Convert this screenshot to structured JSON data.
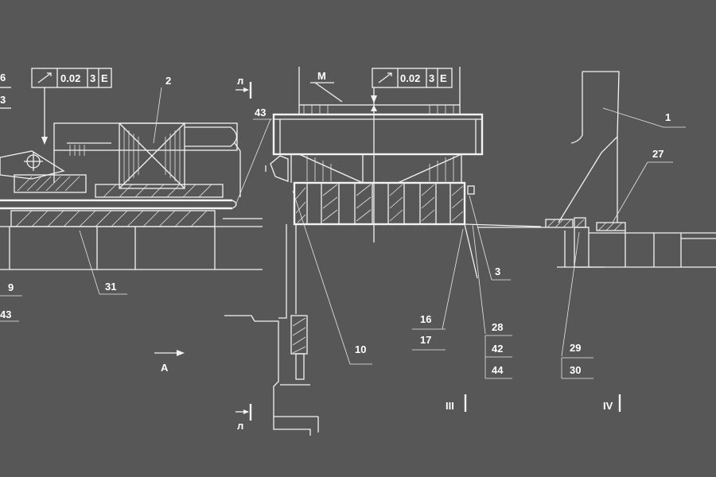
{
  "labels": {
    "part_2": "2",
    "part_43_top": "43",
    "part_1": "1",
    "part_27": "27",
    "part_3": "3",
    "part_16": "16",
    "part_17": "17",
    "part_28": "28",
    "part_42": "42",
    "part_44": "44",
    "part_10": "10",
    "part_29": "29",
    "part_30": "30",
    "part_31": "31",
    "part_9": "9",
    "part_43_left": "43",
    "part_6_cut": "6",
    "part_3_cut": "3",
    "mark_m": "M",
    "mark_a": "A",
    "section_l_top": "л",
    "section_l_bottom": "л",
    "view_iii": "III",
    "view_iv": "IV"
  },
  "tolerances": [
    {
      "value": "0.02",
      "datum": "3",
      "ref": "E"
    },
    {
      "value": "0.02",
      "datum": "3",
      "ref": "E"
    }
  ],
  "colors": {
    "background": "#575757",
    "lines": "#f2f2f2"
  }
}
